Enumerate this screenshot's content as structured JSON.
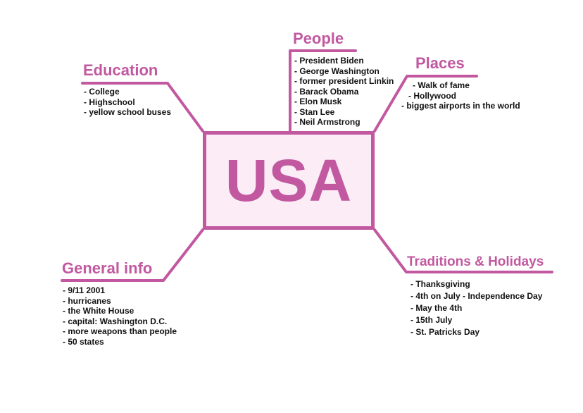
{
  "colors": {
    "accent": "#c158a0",
    "box_fill": "#fbecf6",
    "text": "#111111"
  },
  "center": {
    "title": "USA"
  },
  "branches": {
    "education": {
      "title": "Education",
      "items": [
        "- College",
        "- Highschool",
        "- yellow school buses"
      ]
    },
    "people": {
      "title": "People",
      "items": [
        "- President Biden",
        "- George Washington",
        "- former president Linkin",
        "- Barack Obama",
        "- Elon Musk",
        "- Stan Lee",
        "- Neil Armstrong"
      ]
    },
    "places": {
      "title": "Places",
      "items": [
        "- Walk of fame",
        "- Hollywood",
        "- biggest airports in the world"
      ]
    },
    "general_info": {
      "title": "General info",
      "items": [
        "- 9/11 2001",
        "- hurricanes",
        "- the White House",
        "- capital: Washington D.C.",
        "- more weapons than people",
        "- 50 states"
      ]
    },
    "traditions": {
      "title": "Traditions & Holidays",
      "items": [
        "- Thanksgiving",
        "- 4th on July - Independence Day",
        "- May the 4th",
        "- 15th July",
        "- St. Patricks Day"
      ]
    }
  }
}
